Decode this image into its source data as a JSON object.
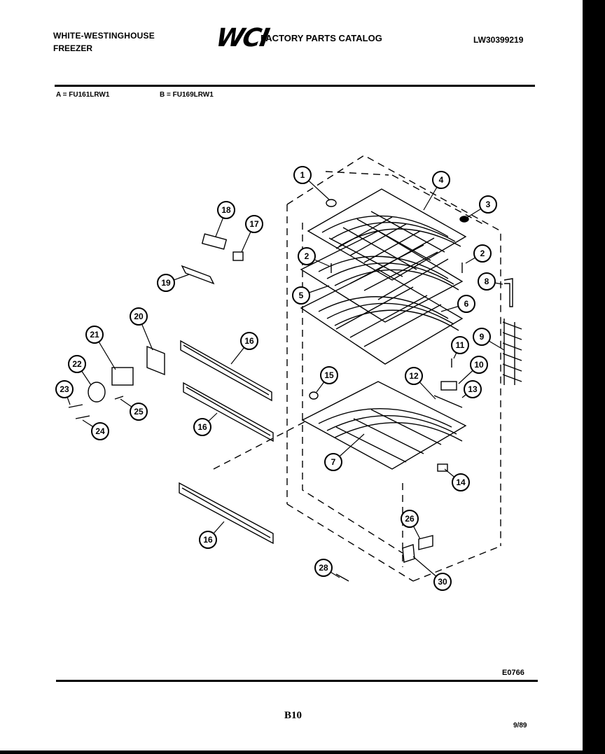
{
  "header": {
    "brand_line1": "WHITE-WESTINGHOUSE",
    "brand_line2": "FREEZER",
    "logo": "WCI",
    "catalog_title": "FACTORY PARTS CATALOG",
    "part_number": "LW30399219"
  },
  "models": {
    "a": "A = FU161LRW1",
    "b": "B = FU169LRW1"
  },
  "callouts": [
    "1",
    "2",
    "3",
    "4",
    "2",
    "5",
    "6",
    "8",
    "9",
    "11",
    "10",
    "12",
    "13",
    "15",
    "14",
    "7",
    "16",
    "16",
    "16",
    "17",
    "18",
    "19",
    "20",
    "21",
    "22",
    "23",
    "24",
    "25",
    "26",
    "28",
    "30"
  ],
  "footer": {
    "drawing_code": "E0766",
    "page_id": "B10",
    "date": "9/89"
  }
}
